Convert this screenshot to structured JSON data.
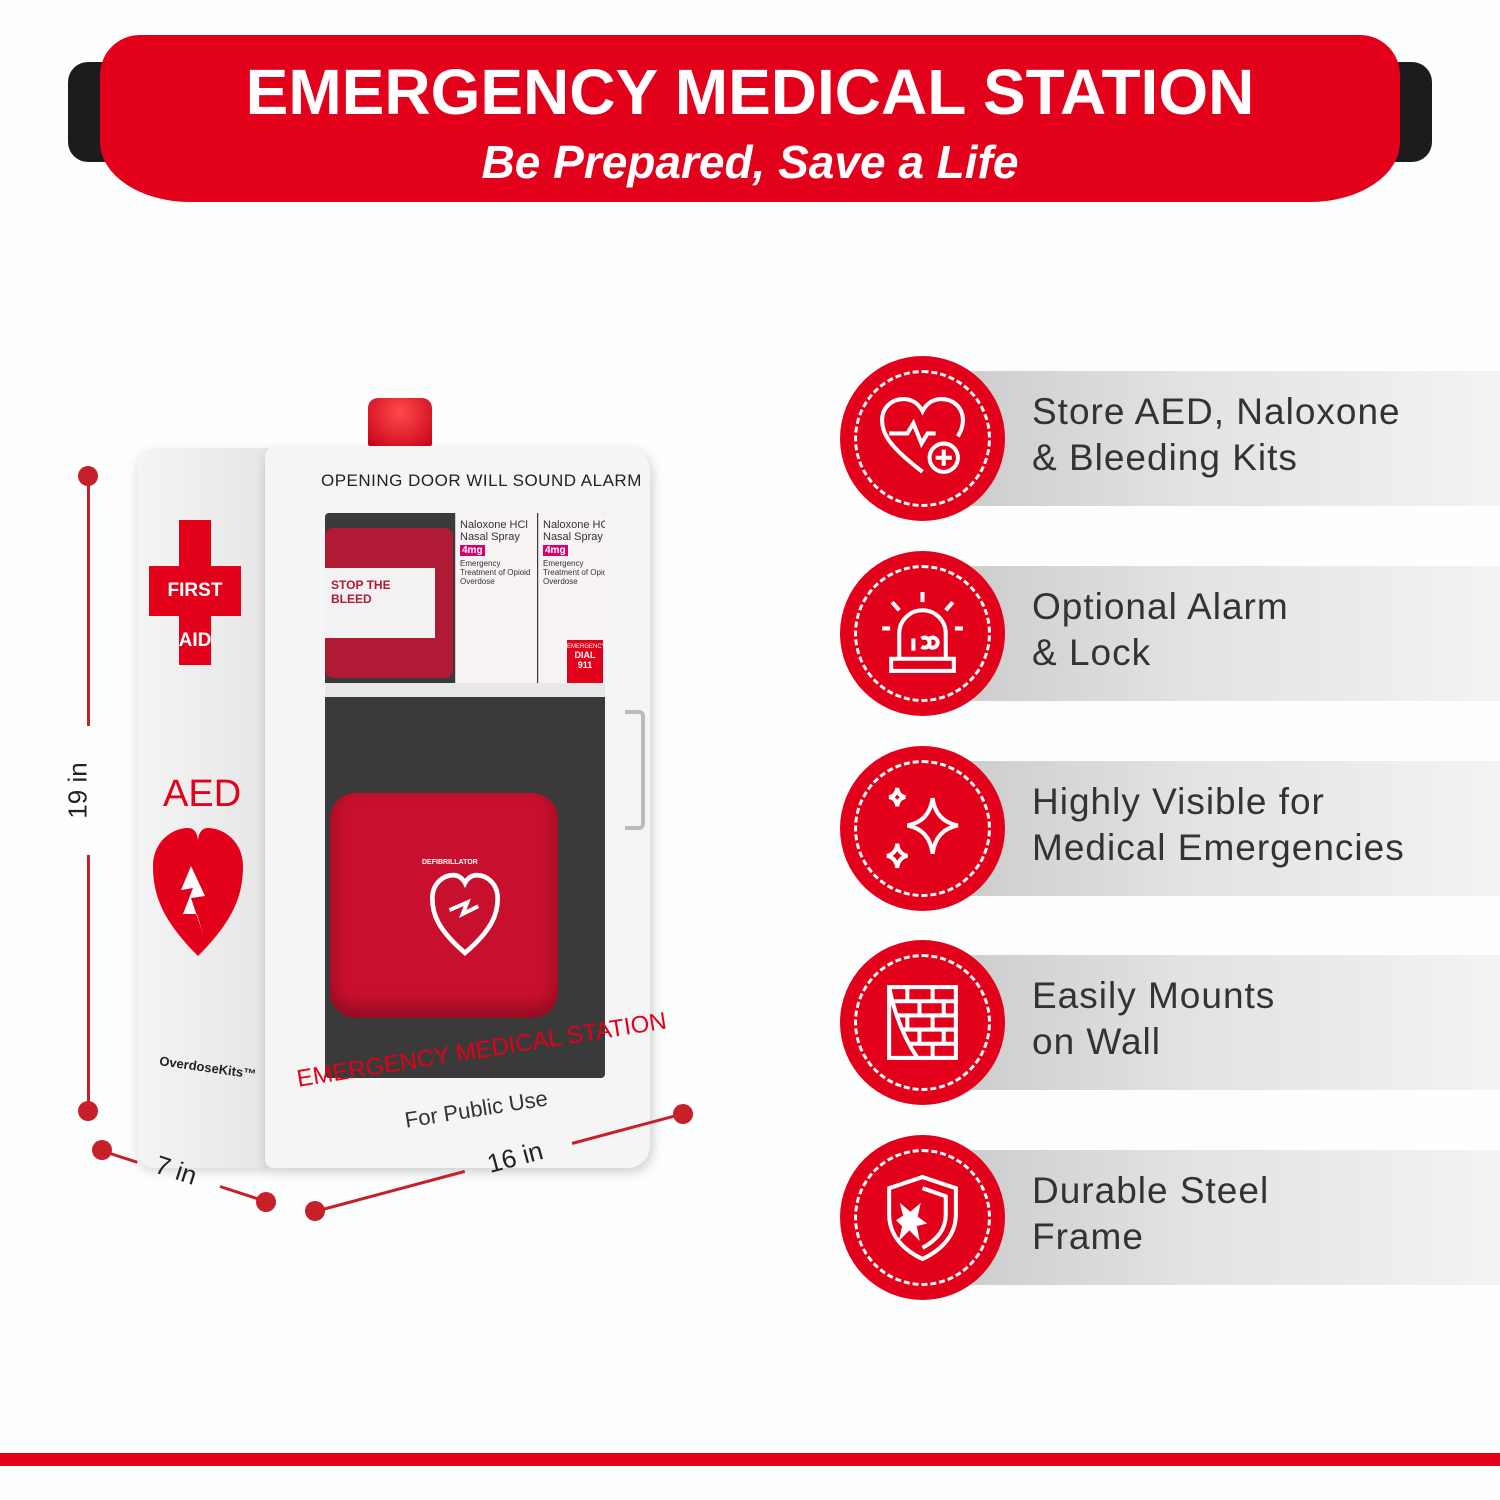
{
  "banner": {
    "title": "EMERGENCY MEDICAL STATION",
    "subtitle": "Be Prepared, Save a Life"
  },
  "colors": {
    "brand_red": "#e3001b",
    "dimension_red": "#c8202a"
  },
  "product": {
    "door_label": "OPENING DOOR WILL SOUND ALARM",
    "side_first_aid": "FIRST AID",
    "side_aed": "AED",
    "brand": "OverdoseKits™",
    "front_title": "EMERGENCY MEDICAL STATION",
    "front_subtitle": "For Public Use",
    "stop_bleed": "STOP THE BLEED",
    "naloxone_name": "Naloxone HCl Nasal Spray",
    "naloxone_dose": "4mg",
    "naloxone_desc": "Emergency Treatment of Opioid Overdose",
    "emergency_sticker": "EMERGENCY",
    "emergency_dial": "DIAL 911",
    "aed_case_label": "DEFIBRILLATOR"
  },
  "dimensions": {
    "height": "19 in",
    "depth": "7 in",
    "width": "16 in"
  },
  "features": [
    {
      "icon": "heart-plus-icon",
      "line1": "Store AED, Naloxone",
      "line2": "& Bleeding Kits"
    },
    {
      "icon": "siren-alarm-icon",
      "line1": "Optional Alarm",
      "line2": "& Lock"
    },
    {
      "icon": "sparkle-icon",
      "line1": "Highly Visible for",
      "line2": "Medical Emergencies"
    },
    {
      "icon": "brick-wall-icon",
      "line1": "Easily Mounts",
      "line2": "on Wall"
    },
    {
      "icon": "shield-icon",
      "line1": "Durable Steel",
      "line2": "Frame"
    }
  ]
}
